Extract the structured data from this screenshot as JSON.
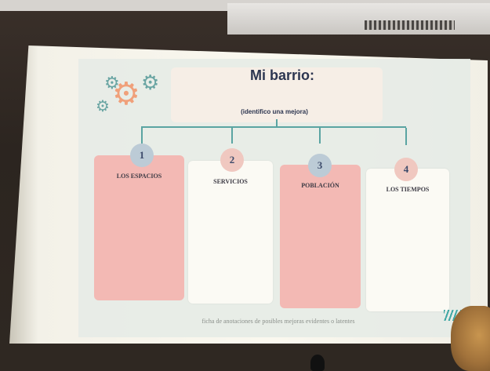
{
  "slide": {
    "title": "Mi barrio:",
    "subtitle": "(identifico una mejora)",
    "categories": [
      {
        "number": "1",
        "label": "LOS ESPACIOS",
        "card_color": "#f3b9b4",
        "circle_color": "#bccbd6"
      },
      {
        "number": "2",
        "label": "SERVICIOS",
        "card_color": "#fbfaf4",
        "circle_color": "#f0c8c0"
      },
      {
        "number": "3",
        "label": "POBLACIÓN",
        "card_color": "#f3b9b4",
        "circle_color": "#bccbd6"
      },
      {
        "number": "4",
        "label": "LOS TIEMPOS",
        "card_color": "#fbfaf4",
        "circle_color": "#f0c8c0"
      }
    ],
    "footer": "ficha de anotaciones de posibles mejoras evidentes o latentes",
    "icons": [
      "gear-icon",
      "gear-icon",
      "gear-icon"
    ],
    "colors": {
      "accent": "#5aa4a2",
      "title": "#2c3550",
      "gear_orange": "#f0a07a"
    }
  }
}
